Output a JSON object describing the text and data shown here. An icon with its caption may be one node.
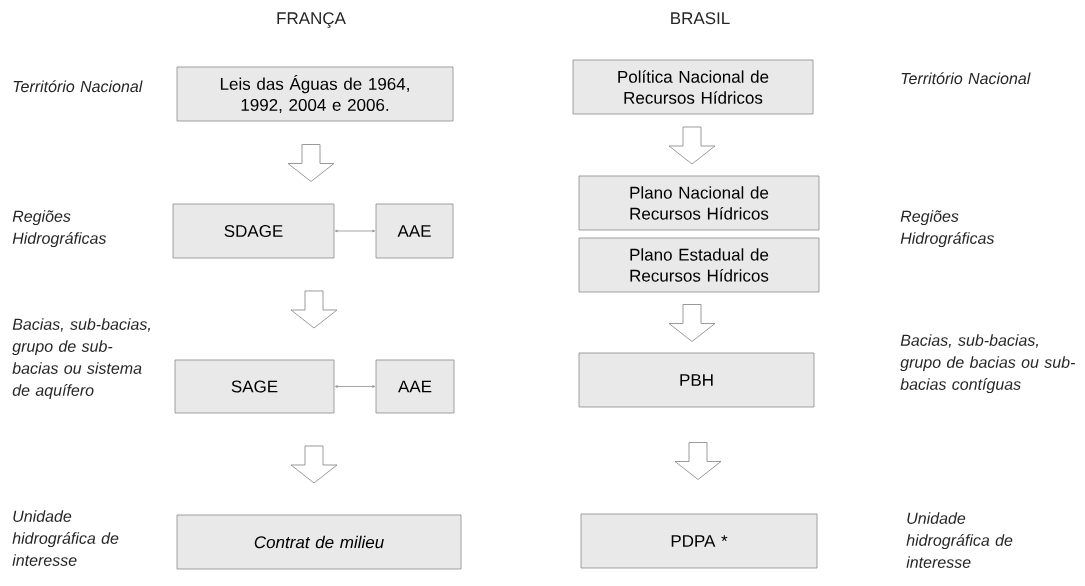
{
  "diagram": {
    "nodes": [
      {
        "text": [
          "Leis das Águas de 1964, 1992, 2004 e 2006."
        ]
      },
      {
        "text": [
          "SDAGE"
        ]
      },
      {
        "text": [
          "AAE"
        ]
      },
      {
        "text": [
          "SAGE"
        ]
      },
      {
        "text": [
          "AAE"
        ]
      },
      {
        "text": [
          "Contrat de milieu"
        ]
      },
      {
        "text": [
          "Política Nacional de Recursos Hídricos"
        ]
      },
      {
        "text": [
          "Plano Nacional de Recursos Hídricos"
        ]
      },
      {
        "text": [
          "Plano Estadual de Recursos Hídricos"
        ]
      },
      {
        "text": [
          "PBH"
        ]
      },
      {
        "text": [
          "PDPA *"
        ]
      }
    ],
    "edges": [
      {
        "from": 0,
        "to": 1,
        "arrow": "to",
        "style": "thick"
      },
      {
        "from": 1,
        "to": 2,
        "arrow": "both"
      },
      {
        "from": 1,
        "to": 3,
        "arrow": "to",
        "style": "thick"
      },
      {
        "from": 3,
        "to": 4,
        "arrow": "both"
      },
      {
        "from": 3,
        "to": 5,
        "arrow": "to",
        "style": "thick"
      },
      {
        "from": 6,
        "to": 7,
        "arrow": "to",
        "style": "thick"
      },
      {
        "from": 8,
        "to": 9,
        "arrow": "to",
        "style": "thick"
      },
      {
        "from": 9,
        "to": 10,
        "arrow": "to",
        "style": "thick"
      }
    ],
    "labels": [
      "FRANÇA",
      "BRASIL",
      "Território Nacional",
      "Território Nacional",
      "Regiões Hidrográficas",
      "Regiões Hidrográficas",
      "Bacias, sub-bacias, grupo de sub-bacias ou sistema de aquífero",
      "Bacias, sub-bacias, grupo de bacias ou sub-bacias contíguas",
      "Unidade hidrográfica de interesse",
      "Unidade hidrográfica de interesse"
    ]
  }
}
